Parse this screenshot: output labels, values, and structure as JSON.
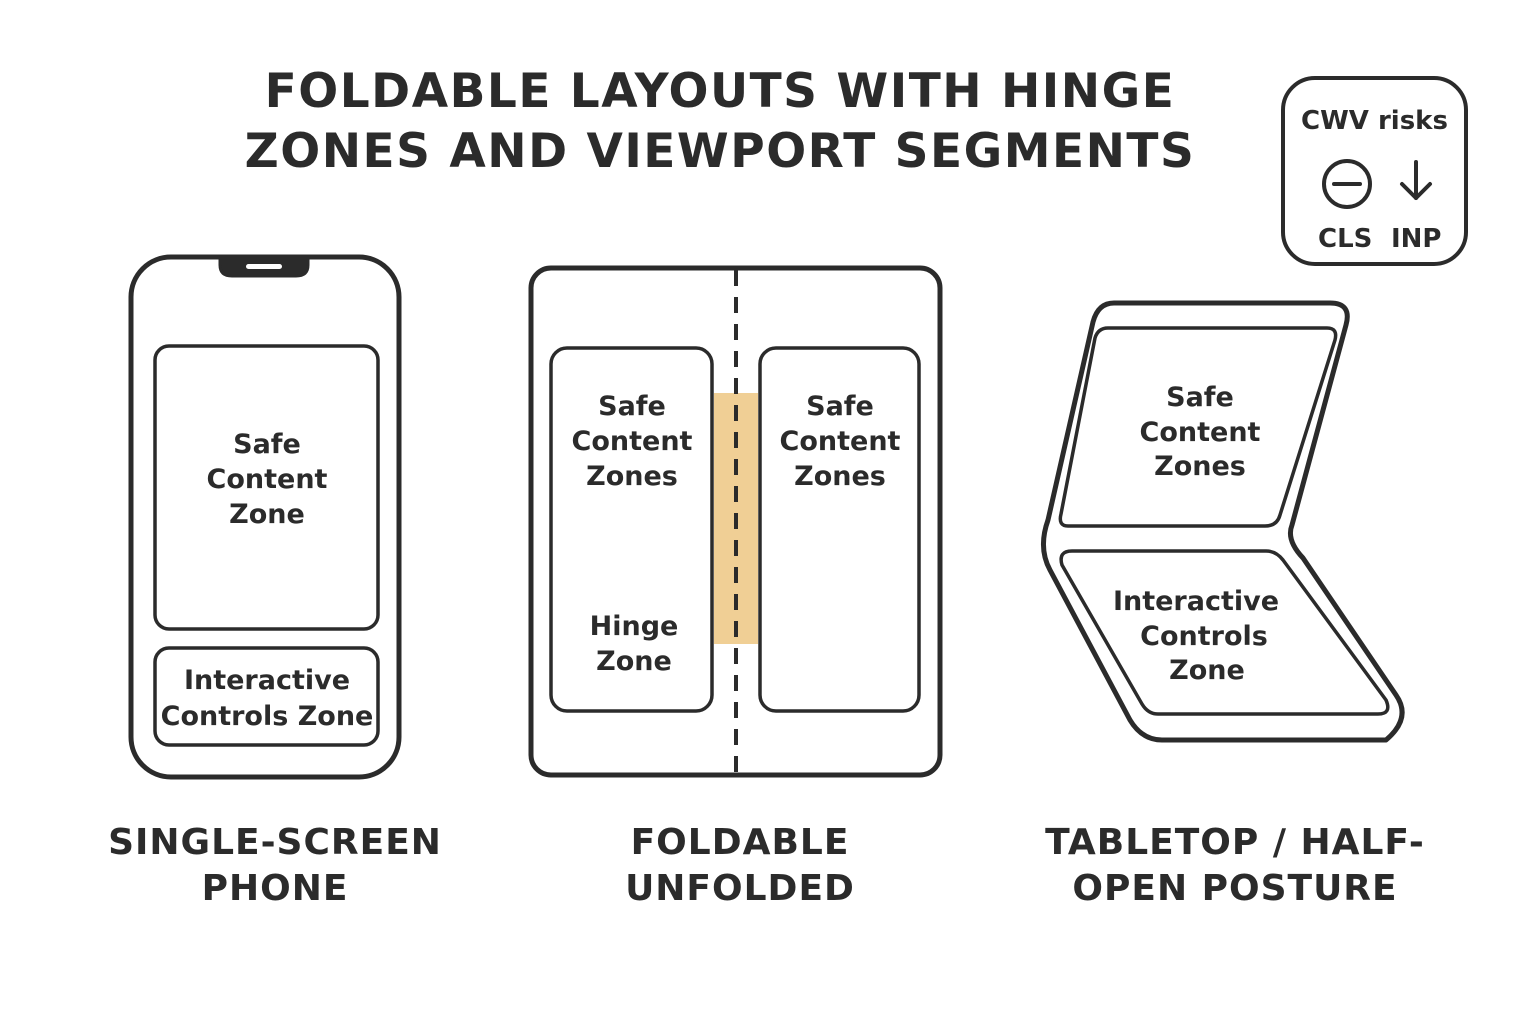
{
  "title": {
    "line1": "FOLDABLE LAYOUTS WITH HINGE",
    "line2": "ZONES AND VIEWPORT SEGMENTS"
  },
  "legend": {
    "title": "CWV risks",
    "items": [
      {
        "label": "CLS",
        "icon": "minus-circle-icon"
      },
      {
        "label": "INP",
        "icon": "arrow-down-icon"
      }
    ]
  },
  "colors": {
    "stroke": "#2b2b2b",
    "hinge_highlight": "#f0cf95",
    "background": "#ffffff"
  },
  "phone": {
    "caption_line1": "SINGLE-SCREEN",
    "caption_line2": "PHONE",
    "safe_zone": [
      "Safe",
      "Content",
      "Zone"
    ],
    "controls_zone": [
      "Interactive",
      "Controls Zone"
    ]
  },
  "foldable": {
    "caption_line1": "FOLDABLE",
    "caption_line2": "UNFOLDED",
    "left_safe_zone": [
      "Safe",
      "Content",
      "Zones"
    ],
    "hinge_zone": [
      "Hinge",
      "Zone"
    ],
    "right_safe_zone": [
      "Safe",
      "Content",
      "Zones"
    ]
  },
  "tabletop": {
    "caption_line1": "TABLETOP / HALF-",
    "caption_line2": "OPEN POSTURE",
    "safe_zone": [
      "Safe",
      "Content",
      "Zones"
    ],
    "controls_zone": [
      "Interactive",
      "Controls",
      "Zone"
    ]
  }
}
